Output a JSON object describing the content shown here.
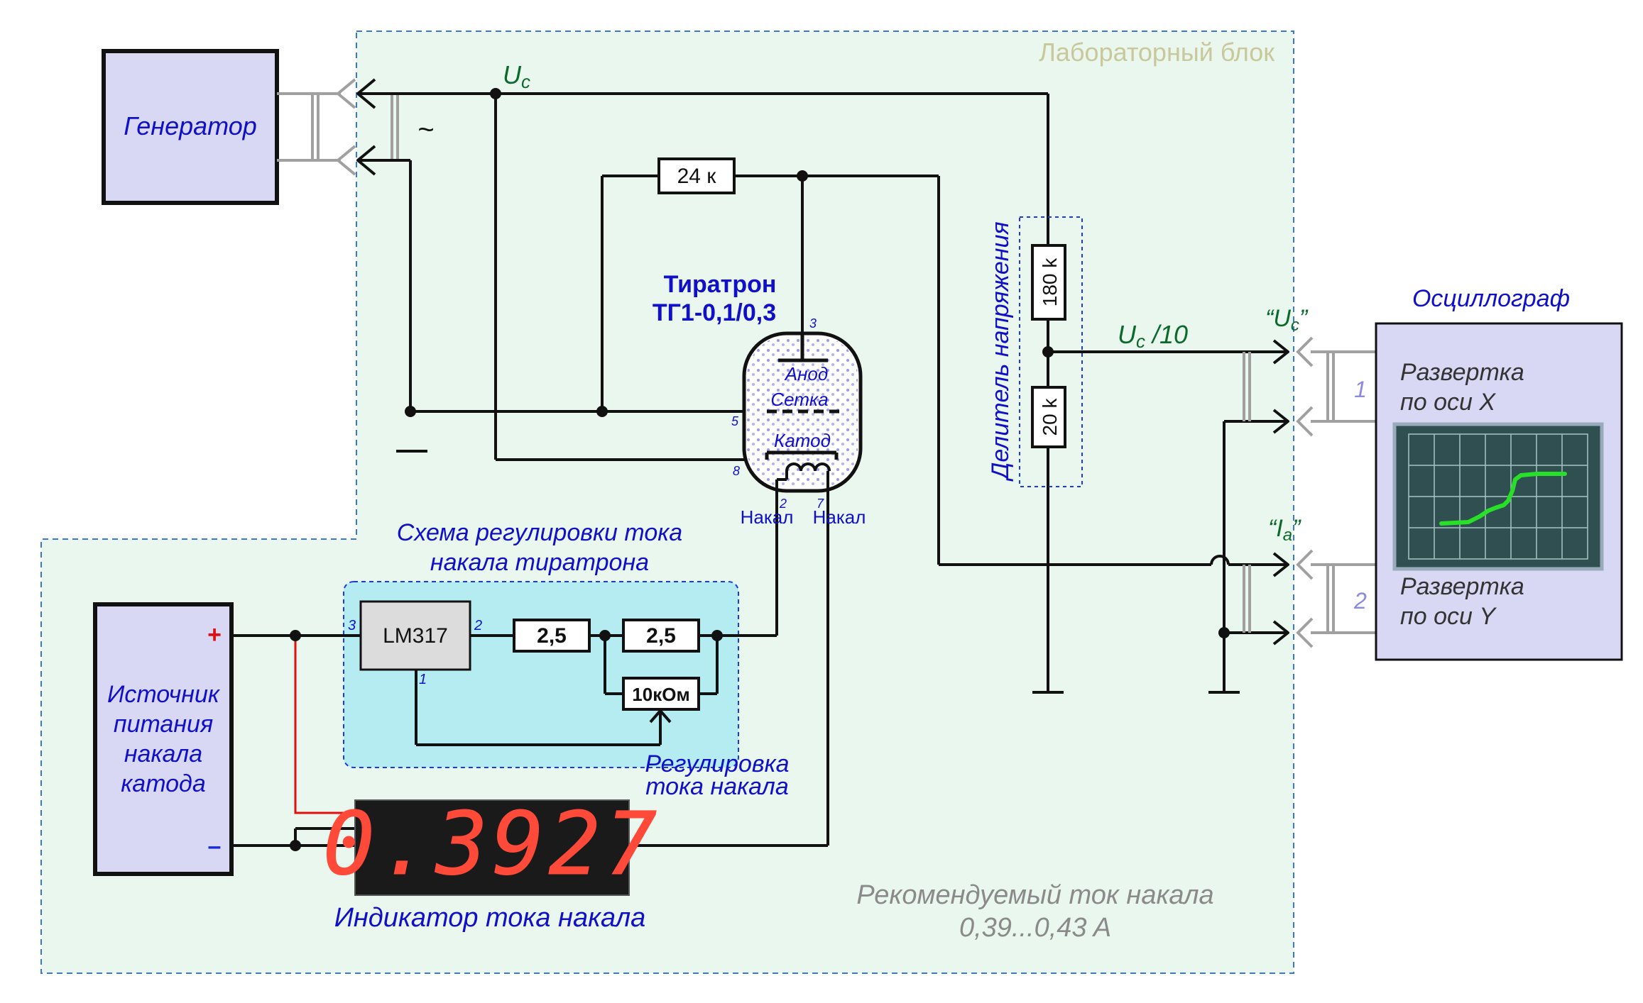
{
  "lab_block": {
    "title": "Лабораторный блок"
  },
  "generator": {
    "label": "Генератор",
    "symbol": "~"
  },
  "thyratron": {
    "title_line1": "Тиратрон",
    "title_line2": "ТГ1-0,1/0,3",
    "anode": "Анод",
    "grid": "Сетка",
    "cathode": "Катод",
    "pin_anode": "3",
    "pin_grid": "5",
    "pin_cathode": "8",
    "pin_heater1": "2",
    "pin_heater2": "7",
    "heater1": "Накал",
    "heater2": "Накал"
  },
  "resistors": {
    "r24": "24 к",
    "r180": "180 k",
    "r20": "20 k",
    "r25a": "2,5",
    "r25b": "2,5",
    "pot": "10кОм"
  },
  "divider": {
    "label": "Делитель напряжения"
  },
  "signals": {
    "uc": "U",
    "uc_sub": "c",
    "uc10": "U",
    "uc10_sub": "c",
    "uc10_suffix": " /10",
    "uc_quote_open": "“U",
    "uc_quote_sub": "c",
    "uc_quote_close": "”",
    "ia_quote_open": "“I",
    "ia_quote_sub": "a",
    "ia_quote_close": "”"
  },
  "oscilloscope": {
    "title": "Осциллограф",
    "ch1": "1",
    "ch2": "2",
    "sweep_x_line1": "Развертка",
    "sweep_x_line2": "по оси X",
    "sweep_y_line1": "Развертка",
    "sweep_y_line2": "по оси Y"
  },
  "regulator": {
    "title_line1": "Схема регулировки тока",
    "title_line2": "накала тиратрона",
    "chip": "LM317",
    "pin_in": "3",
    "pin_out": "2",
    "pin_adj": "1",
    "adjust_line1": "Регулировка",
    "adjust_line2": "тока накала"
  },
  "power_supply": {
    "line1": "Источник",
    "line2": "питания",
    "line3": "накала",
    "line4": "катода",
    "plus": "+",
    "minus": "–"
  },
  "indicator": {
    "label": "Индикатор тока накала",
    "value": "0.3927"
  },
  "recommended": {
    "line1": "Рекомендуемый ток накала",
    "line2": "0,39...0,43 A"
  },
  "colors": {
    "lab_fill": "#eaf7ee",
    "lab_border": "#3a78d8",
    "box_fill": "#d8d8f4",
    "reg_fill": "#b4ecf2",
    "chip_fill": "#dcdcdc",
    "screen": "#2f4f50",
    "trace": "#28e028",
    "digit": "#ff4a3a",
    "wire": "#111111",
    "supply_wire": "#e01010"
  }
}
